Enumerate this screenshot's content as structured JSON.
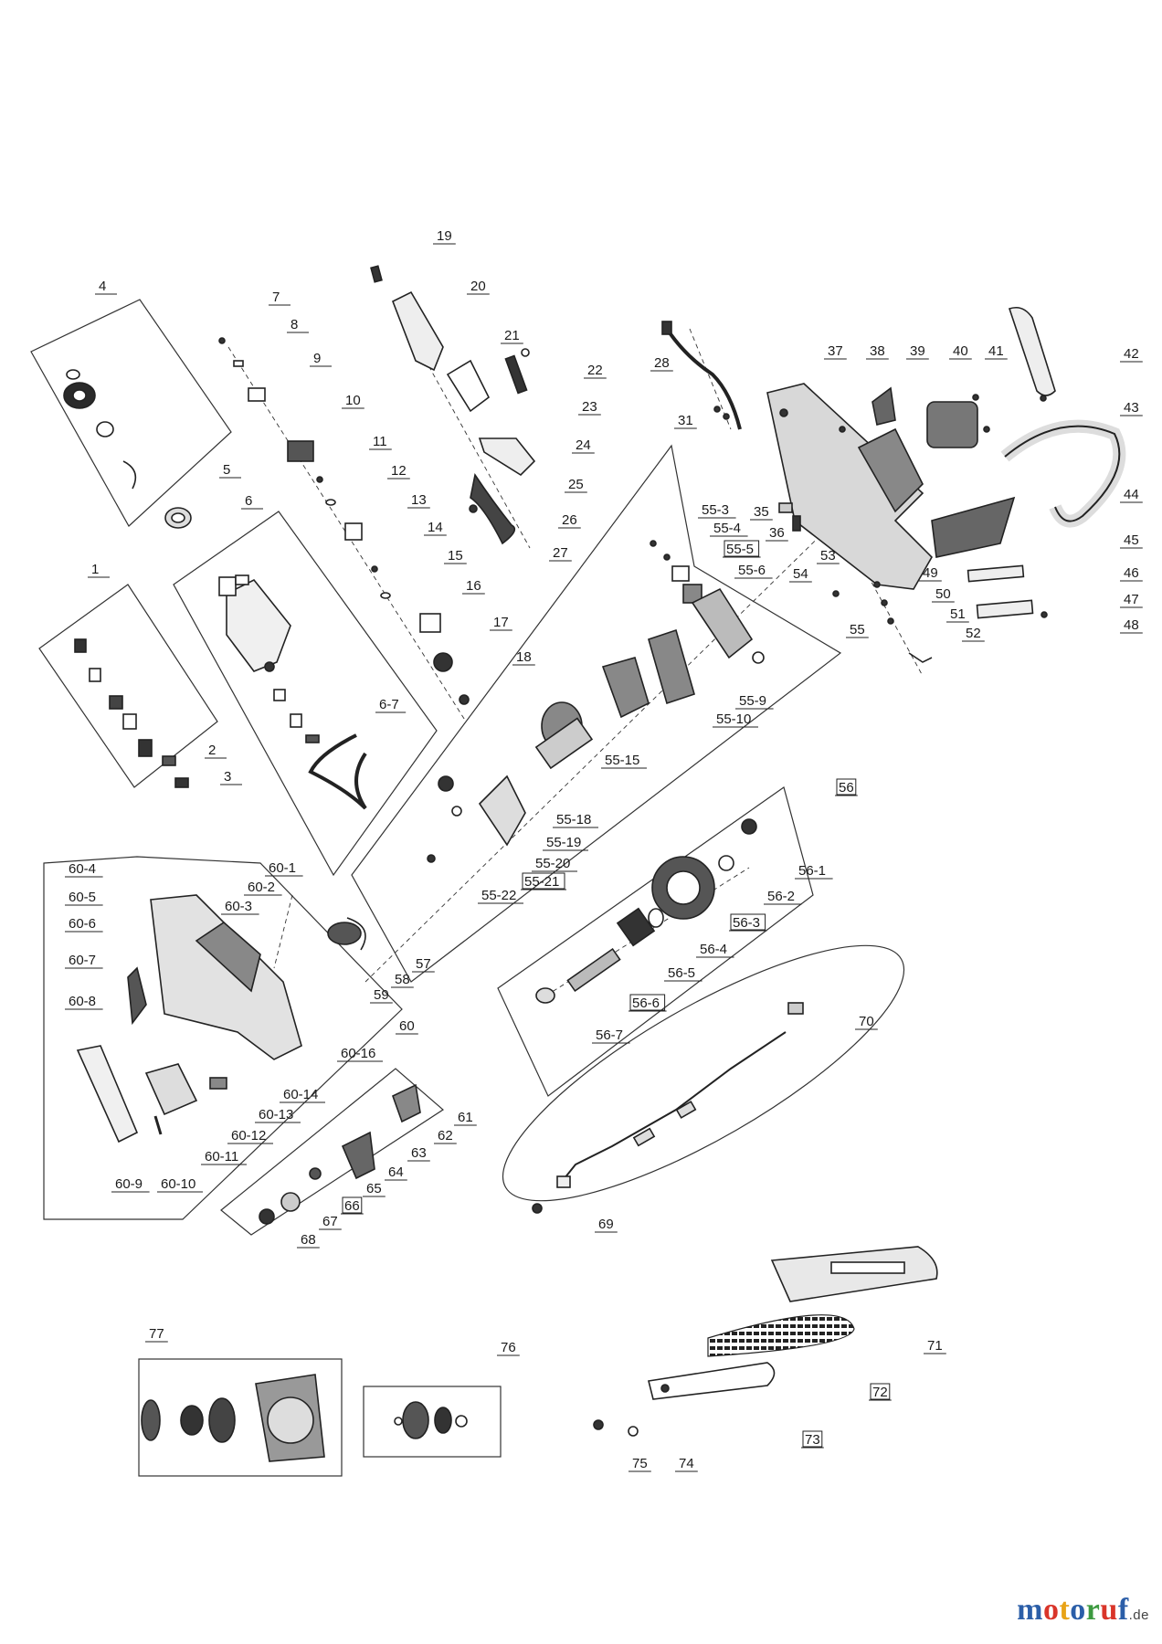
{
  "brand": {
    "part1": "motor",
    "part2": "u",
    "part3": "f",
    "tld": ".de",
    "colors": {
      "m": "#2b5ea8",
      "o": "#d9352a",
      "t": "#e8a317",
      "o2": "#2b5ea8",
      "r": "#3d9a40",
      "u": "#d9352a",
      "f": "#2b5ea8"
    }
  },
  "labels": [
    "1",
    "2",
    "3",
    "4",
    "5",
    "6",
    "6-7",
    "7",
    "8",
    "9",
    "10",
    "11",
    "12",
    "13",
    "14",
    "15",
    "16",
    "17",
    "18",
    "19",
    "20",
    "21",
    "22",
    "23",
    "24",
    "25",
    "26",
    "27",
    "28",
    "31",
    "35",
    "36",
    "37",
    "38",
    "39",
    "40",
    "41",
    "42",
    "43",
    "44",
    "45",
    "46",
    "47",
    "48",
    "49",
    "50",
    "51",
    "52",
    "53",
    "54",
    "55",
    "55-3",
    "55-4",
    "55-5",
    "55-6",
    "55-9",
    "55-10",
    "55-15",
    "55-18",
    "55-19",
    "55-20",
    "55-21",
    "55-22",
    "56",
    "56-1",
    "56-2",
    "56-3",
    "56-4",
    "56-5",
    "56-6",
    "56-7",
    "57",
    "58",
    "59",
    "60",
    "60-1",
    "60-2",
    "60-3",
    "60-4",
    "60-5",
    "60-6",
    "60-7",
    "60-8",
    "60-9",
    "60-10",
    "60-11",
    "60-12",
    "60-13",
    "60-14",
    "60-16",
    "61",
    "62",
    "63",
    "64",
    "65",
    "66",
    "67",
    "68",
    "69",
    "70",
    "71",
    "72",
    "73",
    "74",
    "75",
    "76",
    "77"
  ],
  "boxed_labels": [
    "55-5",
    "55-21",
    "56",
    "56-3",
    "56-6",
    "66",
    "72",
    "73"
  ]
}
